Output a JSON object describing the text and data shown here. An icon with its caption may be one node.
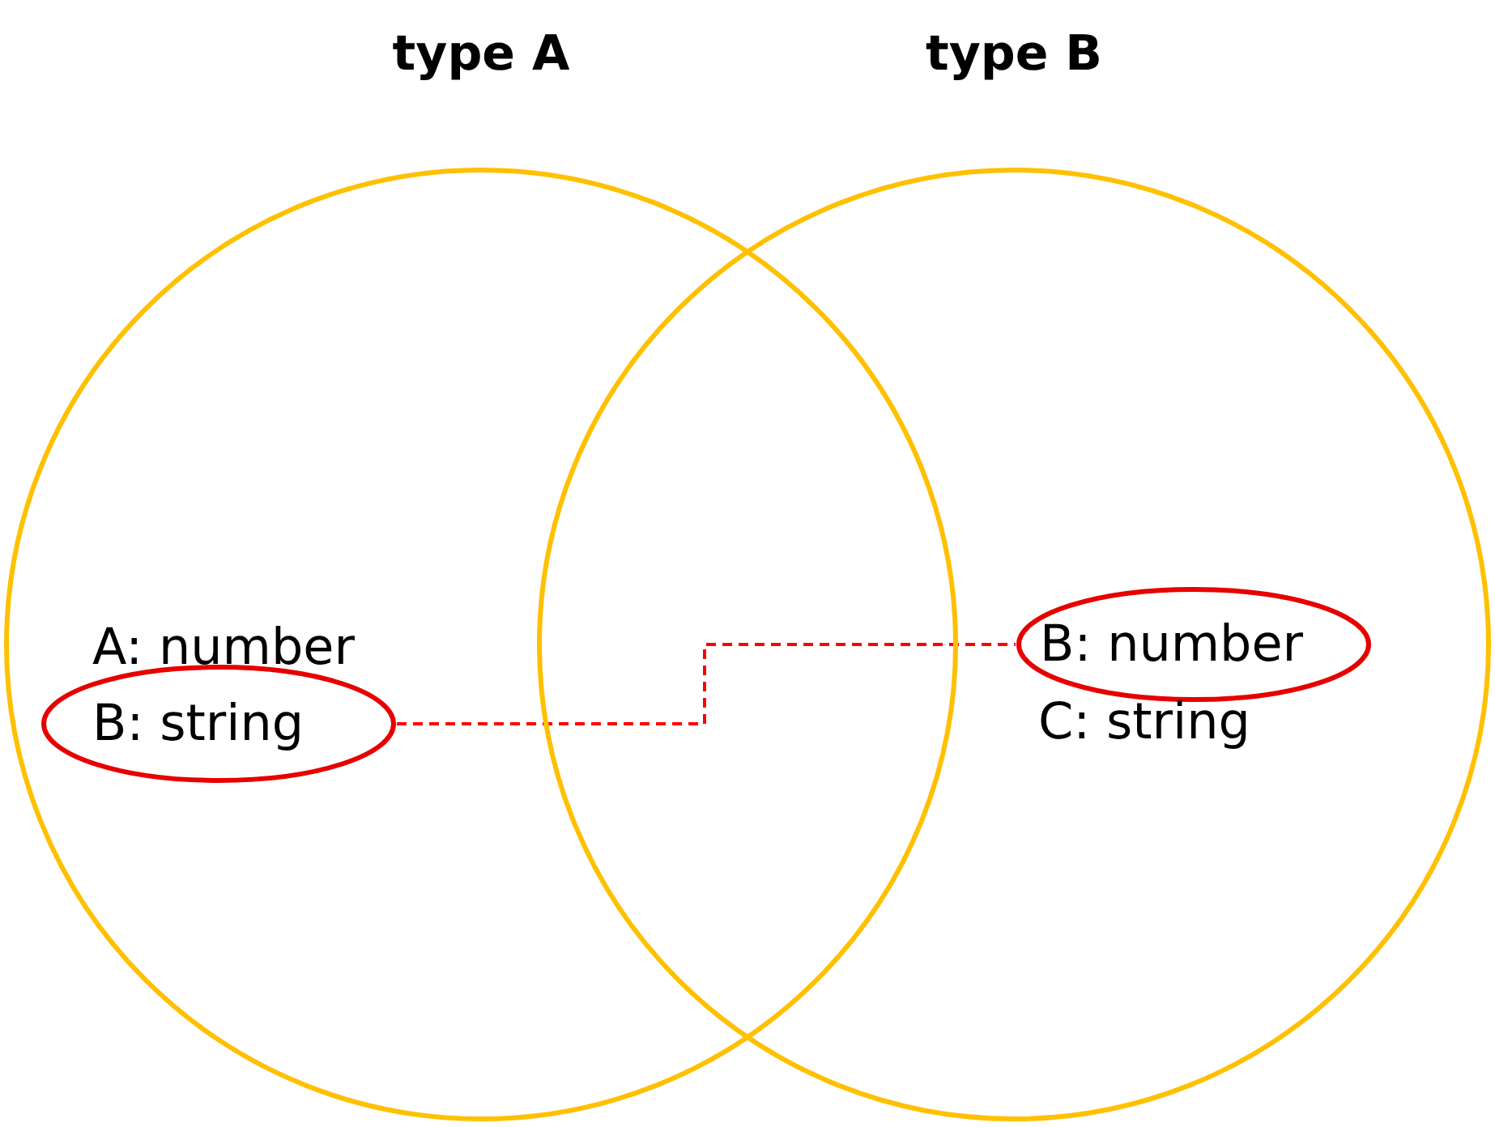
{
  "diagram": {
    "nodes": [
      {
        "text": [
          "type A"
        ]
      },
      {
        "text": [
          "type B"
        ]
      },
      {
        "text": [
          "B: string"
        ],
        "in": 0
      },
      {
        "text": [
          "B: number"
        ],
        "in": 1
      }
    ],
    "edges": [
      {
        "from": 2,
        "to": 3,
        "arrow": "none",
        "style": "dashed",
        "color": "#ff0000"
      }
    ],
    "labels": [
      "A: number",
      "C: string"
    ]
  }
}
